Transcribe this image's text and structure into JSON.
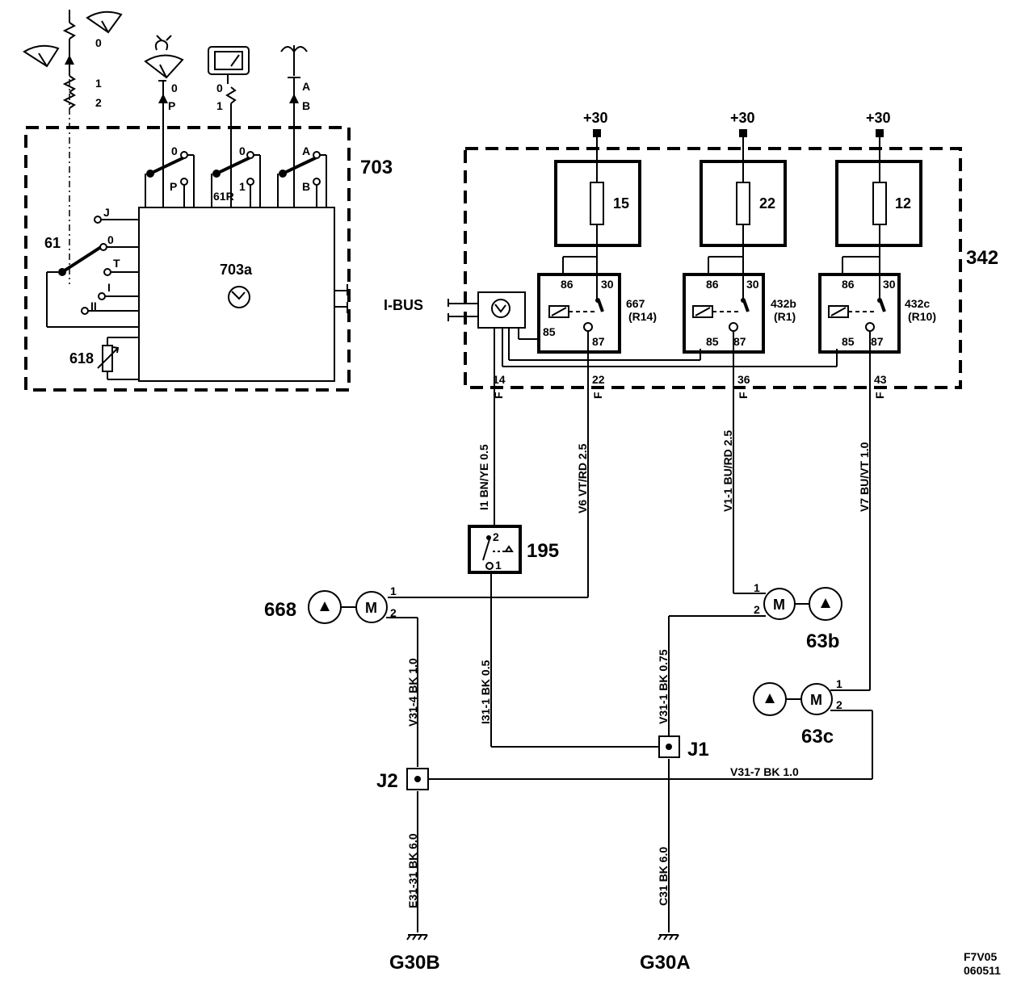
{
  "left_module": {
    "id": "703",
    "inner_id": "703a",
    "switch_61": "61",
    "switch_61_positions": [
      "J",
      "0",
      "T",
      "I",
      "II"
    ],
    "resistor": "618",
    "switch_P": [
      "0",
      "P"
    ],
    "switch_61R": {
      "name": "61R",
      "positions": [
        "0",
        "1"
      ]
    },
    "switch_A": [
      "A",
      "B"
    ],
    "top_labels": {
      "wiper_scale": [
        "0",
        "1",
        "2"
      ],
      "washer": [
        "0",
        "P"
      ],
      "rear": [
        "0",
        "1"
      ],
      "horn": [
        "A",
        "B"
      ]
    }
  },
  "fuse_box": {
    "id": "342",
    "supply": [
      "+30",
      "+30",
      "+30"
    ],
    "fuses": [
      "15",
      "22",
      "12"
    ],
    "relays": [
      {
        "name": "667",
        "ref": "(R14)",
        "pins": [
          "86",
          "30",
          "85",
          "87"
        ]
      },
      {
        "name": "432b",
        "ref": "(R1)",
        "pins": [
          "86",
          "30",
          "85",
          "87"
        ]
      },
      {
        "name": "432c",
        "ref": "(R10)",
        "pins": [
          "86",
          "30",
          "85",
          "87"
        ]
      }
    ],
    "bus": "I-BUS",
    "pins": [
      "14",
      "22",
      "36",
      "43"
    ],
    "pin_suffix": "F"
  },
  "wires": {
    "w_i1": "I1   BN/YE  0.5",
    "w_v6": "V6   VT/RD  2.5",
    "w_v11": "V1-1  BU/RD  2.5",
    "w_v7": "V7   BU/VT  1.0",
    "w_v314": "V31-4  BK  1.0",
    "w_i311": "I31-1  BK  0.5",
    "w_v311": "V31-1  BK  0.75",
    "w_v317": "V31-7   BK    1.0",
    "w_e3131": "E31-31  BK  6.0",
    "w_c31": "C31  BK  6.0"
  },
  "components": {
    "switch_195": "195",
    "switch_195_pins": [
      "2",
      "1"
    ],
    "motor_668": "668",
    "motor_63b": "63b",
    "motor_63c": "63c",
    "motor_symbol": "M",
    "motor_pins": [
      "1",
      "2"
    ],
    "junction_j1": "J1",
    "junction_j2": "J2",
    "ground_b": "G30B",
    "ground_a": "G30A"
  },
  "footer": {
    "code": "F7V05",
    "date": "060511"
  }
}
